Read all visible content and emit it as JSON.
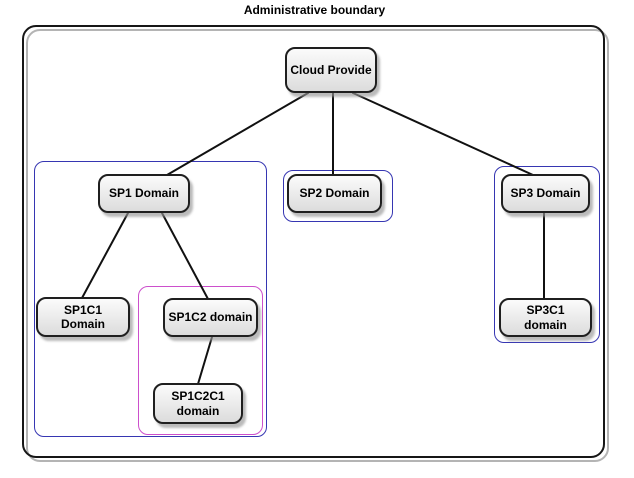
{
  "title": "Administrative boundary",
  "nodes": [
    {
      "id": "cloud-provider",
      "label": "Cloud Provide"
    },
    {
      "id": "sp1-domain",
      "label": "SP1 Domain"
    },
    {
      "id": "sp2-domain",
      "label": "SP2 Domain"
    },
    {
      "id": "sp3-domain",
      "label": "SP3 Domain"
    },
    {
      "id": "sp1c1-domain",
      "label": "SP1C1 Domain"
    },
    {
      "id": "sp1c2-domain",
      "label": "SP1C2 domain"
    },
    {
      "id": "sp1c2c1-domain",
      "label": "SP1C2C1 domain"
    },
    {
      "id": "sp3c1-domain",
      "label": "SP3C1 domain"
    }
  ],
  "edges": [
    {
      "from": "cloud-provider",
      "to": "sp1-domain"
    },
    {
      "from": "cloud-provider",
      "to": "sp2-domain"
    },
    {
      "from": "cloud-provider",
      "to": "sp3-domain"
    },
    {
      "from": "sp1-domain",
      "to": "sp1c1-domain"
    },
    {
      "from": "sp1-domain",
      "to": "sp1c2-domain"
    },
    {
      "from": "sp1c2-domain",
      "to": "sp1c2c1-domain"
    },
    {
      "from": "sp3-domain",
      "to": "sp3c1-domain"
    }
  ],
  "boundaries": [
    {
      "id": "sp1-group",
      "color": "#3636b2"
    },
    {
      "id": "sp2-group",
      "color": "#3636b2"
    },
    {
      "id": "sp3-group",
      "color": "#3636b2"
    },
    {
      "id": "sp1c2-group",
      "color": "#cc4fcc"
    }
  ],
  "colors": {
    "frame_border": "#161616",
    "frame_shadow": "#b4b4b4",
    "node_fill_top": "#fbfbfb",
    "node_fill_bottom": "#dcdcdc",
    "node_border": "#1f1f1f",
    "edge_line": "#111111",
    "boundary_blue": "#3636b2",
    "boundary_magenta": "#cc4fcc",
    "title_text": "#000000"
  }
}
